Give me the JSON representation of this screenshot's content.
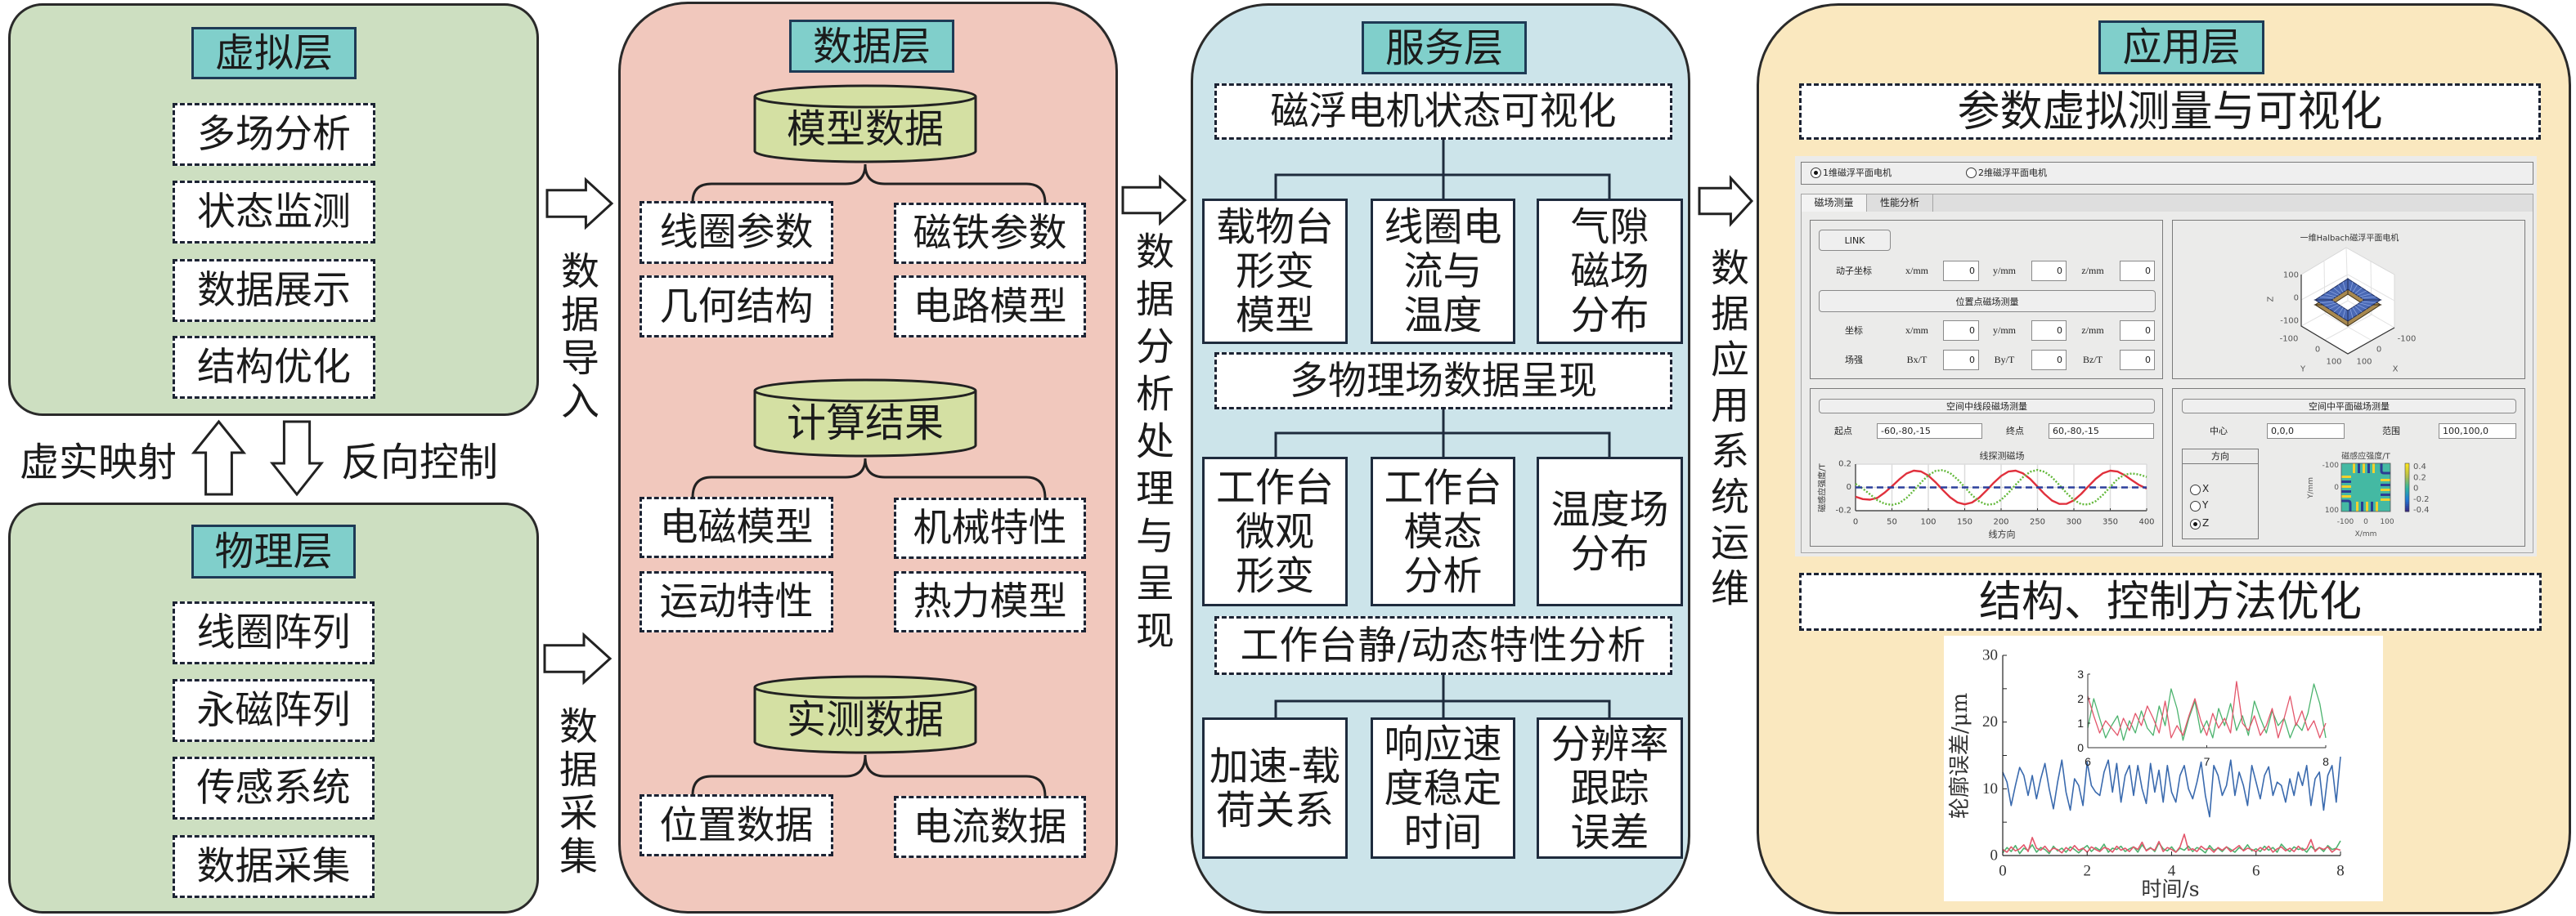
{
  "virtual_layer": {
    "title": "虚拟层",
    "items": [
      "多场分析",
      "状态监测",
      "数据展示",
      "结构优化"
    ]
  },
  "physical_layer": {
    "title": "物理层",
    "items": [
      "线圈阵列",
      "永磁阵列",
      "传感系统",
      "数据采集"
    ]
  },
  "mapping": {
    "up_label": "虚实映射",
    "down_label": "反向控制"
  },
  "flows": {
    "import": "数据导入",
    "collect": "数据采集",
    "analysis": "数据分析处理与呈现",
    "operation": "数据应用系统运维"
  },
  "data_layer": {
    "title": "数据层",
    "groups": [
      {
        "name": "模型数据",
        "items": [
          "线圈参数",
          "磁铁参数",
          "几何结构",
          "电路模型"
        ]
      },
      {
        "name": "计算结果",
        "items": [
          "电磁模型",
          "机械特性",
          "运动特性",
          "热力模型"
        ]
      },
      {
        "name": "实测数据",
        "items": [
          "位置数据",
          "电流数据"
        ]
      }
    ]
  },
  "service_layer": {
    "title": "服务层",
    "sections": [
      {
        "header": "磁浮电机状态可视化",
        "boxes": [
          "载物台\n形变\n模型",
          "线圈电\n流与\n温度",
          "气隙\n磁场\n分布"
        ]
      },
      {
        "header": "多物理场数据呈现",
        "boxes": [
          "工作台\n微观\n形变",
          "工作台\n模态\n分析",
          "温度场\n分布"
        ]
      },
      {
        "header": "工作台静/动态特性分析",
        "boxes": [
          "加速-载\n荷关系",
          "响应速\n度稳定\n时间",
          "分辨率\n跟踪\n误差"
        ]
      }
    ]
  },
  "app_layer": {
    "title": "应用层",
    "sections": [
      "参数虚拟测量与可视化",
      "结构、控制方法优化"
    ],
    "gui": {
      "motor_options": [
        {
          "label": "1维磁浮平面电机",
          "selected": true
        },
        {
          "label": "2维磁浮平面电机",
          "selected": false
        }
      ],
      "tabs": [
        {
          "label": "磁场测量",
          "active": true
        },
        {
          "label": "性能分析",
          "active": false
        }
      ],
      "link_button": "LINK",
      "mover_coords": {
        "label": "动子坐标",
        "fields": [
          {
            "unit": "x/mm",
            "value": "0"
          },
          {
            "unit": "y/mm",
            "value": "0"
          },
          {
            "unit": "z/mm",
            "value": "0"
          }
        ]
      },
      "point_measure_button": "位置点磁场测量",
      "point_coords": {
        "label": "坐标",
        "fields": [
          {
            "unit": "x/mm",
            "value": "0"
          },
          {
            "unit": "y/mm",
            "value": "0"
          },
          {
            "unit": "z/mm",
            "value": "0"
          }
        ]
      },
      "field_strength": {
        "label": "场强",
        "fields": [
          {
            "unit": "Bx/T",
            "value": "0"
          },
          {
            "unit": "By/T",
            "value": "0"
          },
          {
            "unit": "Bz/T",
            "value": "0"
          }
        ]
      },
      "plot3d": {
        "title": "一维Halbach磁浮平面电机",
        "z_label": "Z",
        "x_label": "X",
        "y_label": "Y",
        "z_ticks": [
          "100",
          "0",
          "-100"
        ],
        "x_ticks": [
          "-100",
          "0",
          "100"
        ],
        "y_ticks": [
          "-100",
          "0",
          "100"
        ],
        "magnet_color": "#4a69b5",
        "coil_color": "#a8894f"
      },
      "line_measure": {
        "button": "空间中线段磁场测量",
        "start_label": "起点",
        "start_value": "-60,-80,-15",
        "end_label": "终点",
        "end_value": "60,-80,-15"
      },
      "plane_measure": {
        "button": "空间中平面磁场测量",
        "center_label": "中心",
        "center_value": "0,0,0",
        "range_label": "范围",
        "range_value": "100,100,0",
        "direction_label": "方向",
        "directions": [
          {
            "label": "X",
            "selected": false
          },
          {
            "label": "Y",
            "selected": false
          },
          {
            "label": "Z",
            "selected": true
          }
        ]
      }
    }
  },
  "chart_data": [
    {
      "id": "probe-line-chart",
      "type": "line",
      "title": "线探测磁场",
      "xlabel": "线方向",
      "ylabel": "磁感应强度/T",
      "xlim": [
        0,
        400
      ],
      "ylim": [
        -0.2,
        0.2
      ],
      "x_ticks": [
        0,
        50,
        100,
        150,
        200,
        250,
        300,
        350,
        400
      ],
      "y_ticks": [
        0.2,
        0,
        -0.2
      ],
      "y_tick_labels": [
        "0.2",
        "0",
        "-0.2"
      ],
      "grid": true,
      "x": [
        0,
        10,
        20,
        30,
        40,
        50,
        60,
        70,
        80,
        90,
        100,
        110,
        120,
        130,
        140,
        150,
        160,
        170,
        180,
        190,
        200,
        210,
        220,
        230,
        240,
        250,
        260,
        270,
        280,
        290,
        300,
        310,
        320,
        330,
        340,
        350,
        360,
        370,
        380,
        390,
        400
      ],
      "series": [
        {
          "id": "red",
          "style": "solid",
          "color": "#e0303c",
          "values": [
            -0.08,
            -0.1,
            -0.105,
            -0.09,
            -0.045,
            0.01,
            0.069,
            0.119,
            0.144,
            0.137,
            0.102,
            0.044,
            -0.023,
            -0.085,
            -0.129,
            -0.145,
            -0.13,
            -0.088,
            -0.026,
            0.041,
            0.098,
            0.136,
            0.144,
            0.121,
            0.072,
            0.007,
            -0.059,
            -0.113,
            -0.142,
            -0.141,
            -0.111,
            -0.056,
            0.01,
            0.074,
            0.122,
            0.144,
            0.136,
            0.104,
            0.06,
            0.02,
            -0.01
          ]
        },
        {
          "id": "green",
          "style": "dotted",
          "color": "#63b83a",
          "values": [
            0.03,
            -0.01,
            -0.06,
            -0.11,
            -0.14,
            -0.15,
            -0.135,
            -0.091,
            -0.027,
            0.043,
            0.104,
            0.142,
            0.149,
            0.123,
            0.07,
            0.002,
            -0.066,
            -0.12,
            -0.148,
            -0.143,
            -0.107,
            -0.047,
            0.023,
            0.088,
            0.134,
            0.15,
            0.133,
            0.087,
            0.021,
            -0.049,
            -0.108,
            -0.144,
            -0.147,
            -0.118,
            -0.063,
            0.004,
            0.072,
            0.11,
            0.12,
            0.11,
            0.09
          ]
        },
        {
          "id": "blue",
          "style": "dashed",
          "color": "#2b3f9c",
          "x": [
            0,
            400
          ],
          "values": [
            0,
            0
          ]
        }
      ]
    },
    {
      "id": "plane-heatmap",
      "type": "heatmap",
      "title": "磁感应强度/T",
      "xlabel": "X/mm",
      "ylabel": "Y/mm",
      "x_ticks": [
        "-100",
        "0",
        "100"
      ],
      "y_ticks": [
        "-100",
        "0",
        "100"
      ],
      "clim": [
        -0.4,
        0.4
      ],
      "colorbar_ticks": [
        0.4,
        0.2,
        0,
        -0.2,
        -0.4
      ],
      "colorbar_tick_labels": [
        "0.4",
        "0.2",
        "0",
        "-0.2",
        "-0.4"
      ],
      "colormap": [
        "#352a87",
        "#1f7bd8",
        "#2fb79d",
        "#b5be4a",
        "#f9e31e"
      ],
      "colors": {
        "high": "#f2d12e",
        "zero": "#44b9a3",
        "low": "#2c3d93"
      },
      "edge_bar_polarity": [
        "high",
        "low",
        "high",
        "low",
        "high"
      ]
    },
    {
      "id": "profile-error-chart",
      "type": "line",
      "xlabel": "时间/s",
      "ylabel": "轮廓误差/μm",
      "xlim": [
        0,
        8
      ],
      "ylim": [
        0,
        30
      ],
      "x_ticks": [
        0,
        2,
        4,
        6,
        8
      ],
      "y_ticks": [
        0,
        10,
        20,
        30
      ],
      "y_minor_ticks": [
        5,
        15,
        25
      ],
      "grid": false,
      "t_start": 0,
      "t_step": 0.1,
      "series": [
        {
          "id": "blue",
          "color": "#3a6aae",
          "values": [
            12.5,
            11.0,
            7.5,
            10.5,
            13.2,
            12.0,
            9.0,
            12.0,
            8.5,
            11.5,
            13.8,
            10.0,
            7.0,
            11.0,
            14.3,
            9.5,
            6.8,
            11.5,
            10.5,
            7.5,
            14.0,
            10.5,
            9.5,
            9.0,
            12.5,
            14.3,
            9.5,
            13.8,
            8.0,
            12.0,
            13.5,
            9.0,
            13.5,
            10.0,
            7.8,
            13.8,
            9.5,
            12.8,
            8.0,
            13.5,
            9.5,
            8.0,
            12.0,
            13.5,
            10.0,
            8.5,
            11.0,
            14.0,
            9.0,
            5.8,
            13.5,
            12.0,
            9.0,
            10.5,
            14.3,
            9.0,
            12.5,
            10.5,
            7.5,
            13.5,
            11.0,
            8.5,
            12.0,
            13.3,
            9.0,
            11.0,
            10.5,
            8.0,
            11.5,
            9.0,
            12.5,
            10.5,
            13.5,
            7.5,
            11.5,
            12.5,
            6.8,
            12.0,
            13.5,
            8.0,
            14.8
          ]
        },
        {
          "id": "green",
          "color": "#4cb36e",
          "values": [
            0.4,
            1.2,
            0.6,
            1.5,
            0.3,
            1.1,
            0.8,
            1.6,
            0.5,
            1.2,
            0.9,
            0.3,
            1.4,
            0.7,
            1.1,
            0.5,
            1.3,
            0.9,
            0.4,
            1.0,
            1.5,
            0.6,
            1.2,
            0.8,
            1.7,
            0.5,
            1.1,
            0.9,
            1.4,
            0.6,
            1.0,
            1.3,
            0.5,
            1.6,
            0.8,
            1.2,
            0.6,
            1.9,
            1.0,
            0.7,
            1.3,
            0.5,
            1.1,
            0.8,
            1.4,
            0.6,
            1.2,
            0.9,
            0.4,
            1.5,
            0.8,
            1.1,
            0.6,
            1.3,
            0.9,
            0.5,
            1.2,
            0.8,
            1.6,
            0.7,
            1.0,
            0.6,
            1.4,
            0.8,
            1.2,
            0.5,
            1.7,
            1.0,
            0.6,
            1.3,
            0.9,
            1.1,
            0.5,
            1.4,
            0.8,
            1.2,
            0.6,
            1.5,
            0.9,
            1.1,
            2.2
          ]
        },
        {
          "id": "red",
          "color": "#e3566b",
          "values": [
            0.9,
            0.5,
            1.3,
            0.7,
            1.0,
            1.6,
            0.6,
            2.7,
            1.1,
            0.8,
            1.4,
            0.6,
            1.1,
            0.9,
            0.4,
            1.2,
            0.7,
            1.5,
            0.8,
            1.1,
            0.5,
            1.3,
            0.9,
            0.6,
            1.2,
            1.0,
            0.5,
            1.4,
            0.8,
            1.1,
            0.6,
            1.3,
            0.9,
            2.0,
            0.7,
            1.1,
            0.8,
            2.1,
            0.6,
            1.2,
            0.9,
            0.5,
            1.3,
            3.2,
            0.8,
            1.0,
            0.6,
            1.4,
            0.9,
            1.1,
            0.5,
            1.2,
            0.8,
            1.3,
            0.6,
            1.0,
            1.5,
            0.7,
            1.1,
            0.9,
            0.6,
            1.2,
            0.8,
            1.4,
            0.5,
            1.0,
            1.3,
            0.7,
            1.1,
            0.6,
            1.4,
            0.8,
            1.0,
            2.4,
            0.6,
            1.2,
            0.9,
            1.3,
            0.5,
            1.0,
            0.8
          ]
        }
      ],
      "inset": {
        "xlim": [
          6,
          8
        ],
        "ylim": [
          0,
          3
        ],
        "x_ticks": [
          6,
          7,
          8
        ],
        "y_ticks": [
          0,
          1,
          2,
          3
        ],
        "t_start": 6,
        "t_step": 0.05,
        "series": [
          {
            "id": "green",
            "color": "#4cb36e",
            "values": [
              0.8,
              2.0,
              1.2,
              0.4,
              0.9,
              1.3,
              0.3,
              1.1,
              0.6,
              1.5,
              0.8,
              0.5,
              1.7,
              0.9,
              2.4,
              1.6,
              0.3,
              1.2,
              1.9,
              0.6,
              1.1,
              0.4,
              1.6,
              0.9,
              1.8,
              0.7,
              1.3,
              0.5,
              1.9,
              1.2,
              0.6,
              1.5,
              0.9,
              1.2,
              0.4,
              1.0,
              0.7,
              1.4,
              2.6,
              1.8,
              0.4
            ]
          },
          {
            "id": "red",
            "color": "#e3566b",
            "values": [
              2.1,
              1.3,
              0.6,
              1.1,
              0.8,
              0.5,
              1.2,
              0.7,
              1.4,
              0.9,
              1.7,
              1.2,
              0.6,
              1.9,
              0.4,
              0.9,
              0.5,
              1.3,
              2.0,
              1.1,
              0.5,
              1.4,
              0.8,
              1.2,
              0.6,
              2.7,
              1.0,
              0.7,
              1.3,
              0.5,
              0.9,
              1.6,
              0.4,
              1.2,
              2.1,
              0.9,
              1.5,
              0.7,
              1.1,
              0.4,
              1.0
            ]
          }
        ]
      }
    }
  ]
}
